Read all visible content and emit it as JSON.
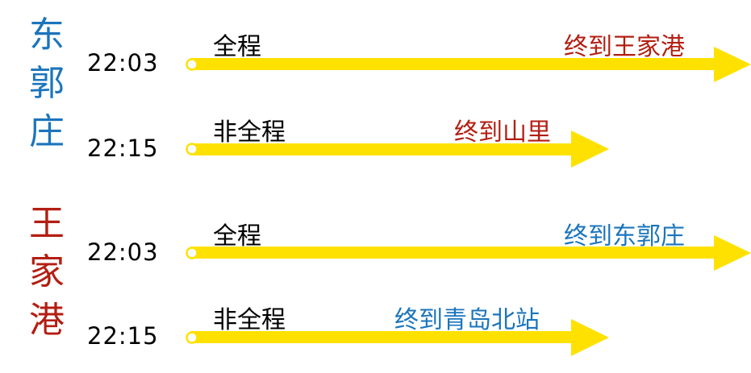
{
  "colors": {
    "arrow": "#FFE100",
    "east": "#1B75BC",
    "west": "#B31E12"
  },
  "stations": [
    {
      "name_chars": [
        "东",
        "郭",
        "庄"
      ],
      "color": "#1B75BC",
      "services": [
        {
          "time": "22:03",
          "type": "全程",
          "destination": "终到王家港",
          "dest_color": "#B31E12",
          "length": "full"
        },
        {
          "time": "22:15",
          "type": "非全程",
          "destination": "终到山里",
          "dest_color": "#B31E12",
          "length": "short"
        }
      ]
    },
    {
      "name_chars": [
        "王",
        "家",
        "港"
      ],
      "color": "#B31E12",
      "services": [
        {
          "time": "22:03",
          "type": "全程",
          "destination": "终到东郭庄",
          "dest_color": "#1B75BC",
          "length": "full"
        },
        {
          "time": "22:15",
          "type": "非全程",
          "destination": "终到青岛北站",
          "dest_color": "#1B75BC",
          "length": "short"
        }
      ]
    }
  ]
}
